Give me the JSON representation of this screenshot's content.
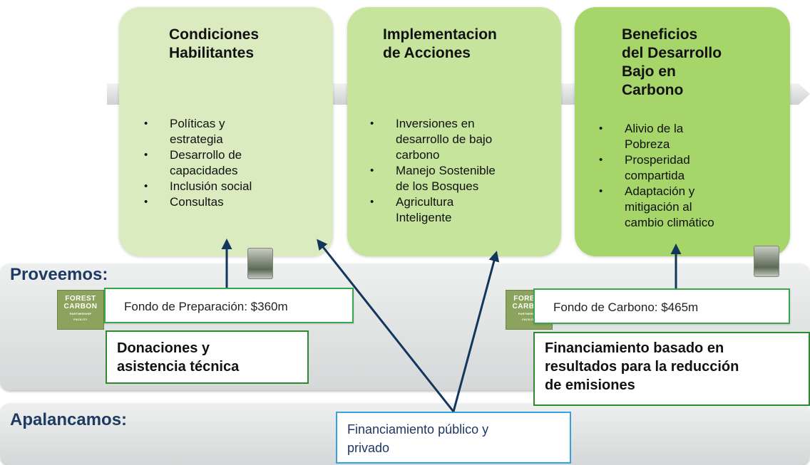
{
  "columns": [
    {
      "title_lines": [
        "Condiciones",
        "Habilitantes"
      ],
      "bullets": [
        [
          "Políticas y",
          "estrategia"
        ],
        [
          "Desarrollo de",
          "capacidades"
        ],
        [
          "Inclusión social"
        ],
        [
          "Consultas"
        ]
      ]
    },
    {
      "title_lines": [
        "Implementacion",
        "de Acciones"
      ],
      "bullets": [
        [
          "Inversiones en",
          "desarrollo de bajo",
          "carbono"
        ],
        [
          "Manejo Sostenible",
          "de los Bosques"
        ],
        [
          "Agricultura",
          "Inteligente"
        ]
      ]
    },
    {
      "title_lines": [
        "Beneficios",
        "del Desarrollo",
        "Bajo en",
        "Carbono"
      ],
      "bullets": [
        [
          "Alivio de la",
          "Pobreza"
        ],
        [
          "Prosperidad",
          "compartida"
        ],
        [
          "Adaptación y",
          "mitigación al",
          "cambio climático"
        ]
      ]
    }
  ],
  "bands": {
    "provide_label": "Proveemos:",
    "leverage_label": "Apalancamos:"
  },
  "readiness_fund": {
    "logo_text": [
      "FOREST",
      "CARBON",
      "PARTNERSHIP"
    ],
    "logo_subtext": "FACILITY",
    "label": "Fondo de Preparación: $360m",
    "mode_lines": [
      "Donaciones y",
      "asistencia técnica"
    ]
  },
  "carbon_fund": {
    "logo_text": [
      "FOREST",
      "CARBON",
      "PARTNERSHIP"
    ],
    "logo_subtext": "FACILITY",
    "label": "Fondo de Carbono: $465m",
    "mode_lines": [
      "Financiamiento basado en",
      "resultados para la reducción",
      "de emisiones"
    ]
  },
  "finance_box_lines": [
    "Financiamiento público y",
    "privado"
  ],
  "icons": [
    "money-stack-icon",
    "money-stack-icon"
  ],
  "colors": {
    "box1": "#d9ebbf",
    "box2": "#c6e49b",
    "box3": "#a6d569",
    "fund_border": "#36a64f",
    "finance_border": "#36a3e0",
    "title_blue": "#1f3a63",
    "arrow": "#13365c"
  }
}
